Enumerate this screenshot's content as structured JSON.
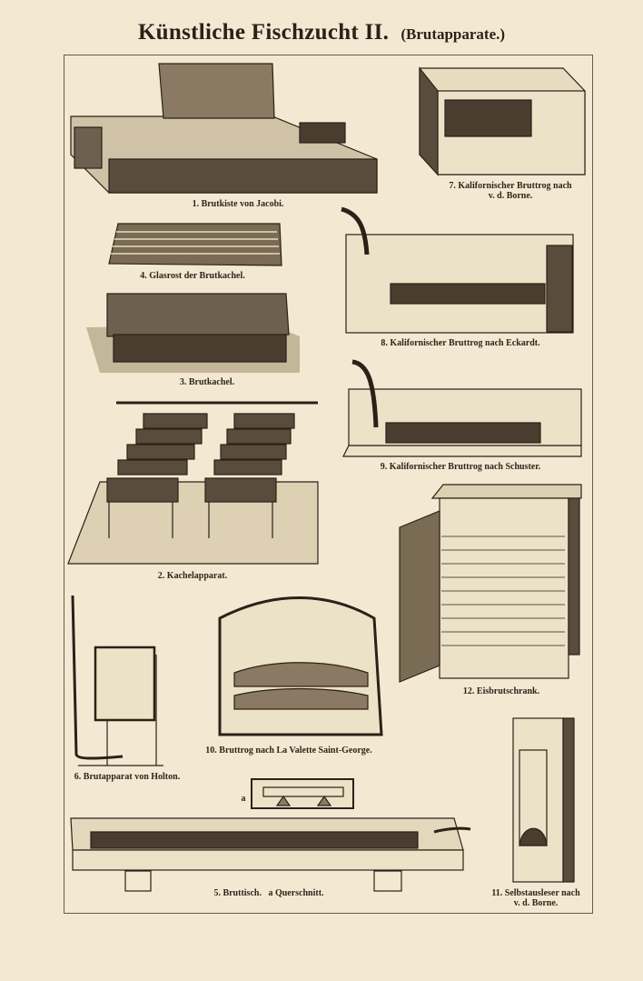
{
  "plate": {
    "title": "Künstliche Fischzucht II.",
    "subtitle": "(Brutapparate.)"
  },
  "figures": [
    {
      "id": 1,
      "caption": "1. Brutkiste von Jacobi."
    },
    {
      "id": 7,
      "caption": "7. Kalifornischer Bruttrog nach",
      "caption_line2": "v. d. Borne."
    },
    {
      "id": 4,
      "caption": "4. Glasrost der Brutkachel."
    },
    {
      "id": 8,
      "caption": "8. Kalifornischer Bruttrog nach Eckardt."
    },
    {
      "id": 3,
      "caption": "3. Brutkachel."
    },
    {
      "id": 9,
      "caption": "9. Kalifornischer Bruttrog nach Schuster."
    },
    {
      "id": 2,
      "caption": "2. Kachelapparat."
    },
    {
      "id": 12,
      "caption": "12. Eisbrutschrank."
    },
    {
      "id": 10,
      "caption": "10. Bruttrog nach La Valette Saint-George."
    },
    {
      "id": 6,
      "caption": "6. Brutapparat von Holton."
    },
    {
      "id": 5,
      "caption": "5. Bruttisch.   a Querschnitt.",
      "inset_label": "a"
    },
    {
      "id": 11,
      "caption": "11. Selbstausleser nach",
      "caption_line2": "v. d. Borne."
    }
  ],
  "colors": {
    "paper": "#f3e9d2",
    "ink": "#2a2118"
  }
}
